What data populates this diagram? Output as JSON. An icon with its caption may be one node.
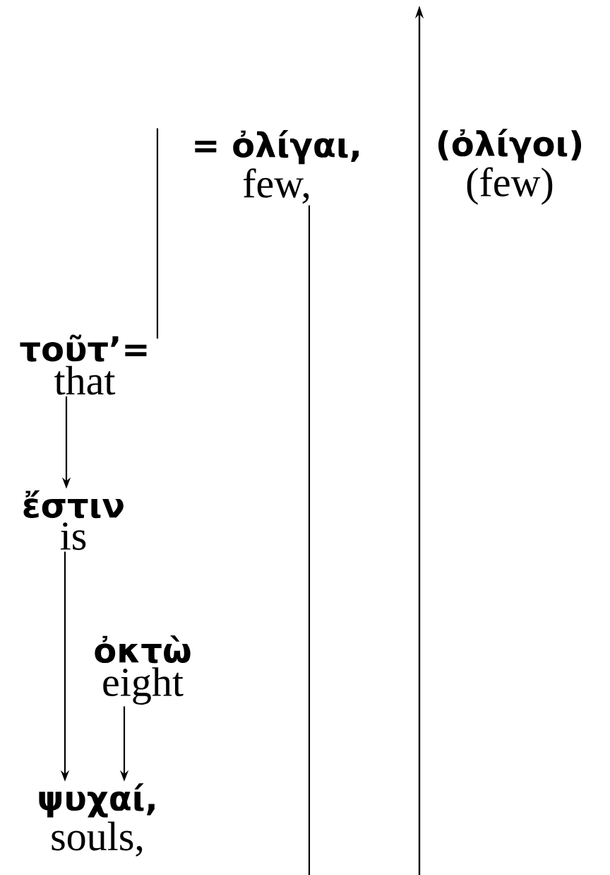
{
  "diagram": {
    "nodes": [
      {
        "text": [
          "= ὀλίγαι,",
          "few,"
        ]
      },
      {
        "text": [
          "(ὀλίγοι)",
          "(few)"
        ]
      },
      {
        "text": [
          "τοῦτ’=",
          "that"
        ]
      },
      {
        "text": [
          "ἔστιν",
          "is"
        ]
      },
      {
        "text": [
          "ὀκτὼ",
          "eight"
        ]
      },
      {
        "text": [
          "ψυχαί,",
          "souls,"
        ]
      }
    ],
    "edges": [
      {
        "from": 2,
        "to": 0,
        "arrow": "none"
      },
      {
        "from": 2,
        "to": 3,
        "arrow": "to"
      },
      {
        "from": 3,
        "to": 5,
        "arrow": "to"
      },
      {
        "from": 4,
        "to": 5,
        "arrow": "to"
      },
      {
        "from": 0,
        "to": null,
        "arrow": "none"
      }
    ]
  }
}
